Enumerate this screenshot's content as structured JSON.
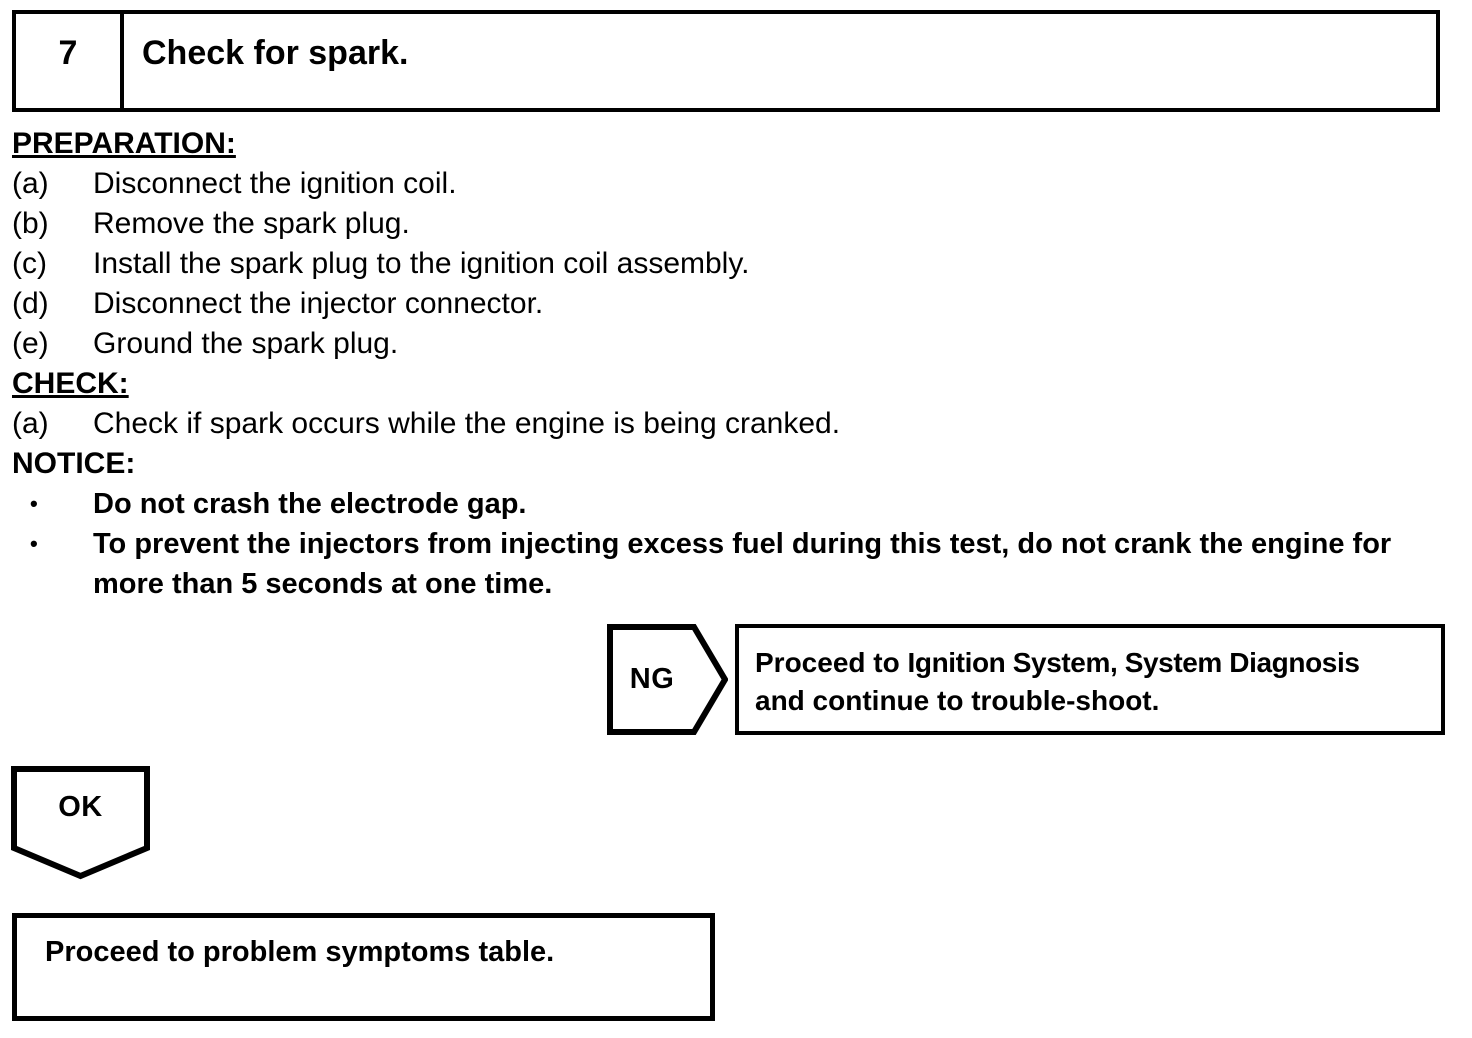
{
  "step": {
    "number": "7",
    "title": "Check for spark."
  },
  "preparation": {
    "heading": "PREPARATION:",
    "items": [
      {
        "marker": "(a)",
        "text": "Disconnect the ignition coil."
      },
      {
        "marker": "(b)",
        "text": "Remove the spark plug."
      },
      {
        "marker": "(c)",
        "text": "Install the spark plug to the ignition coil assembly."
      },
      {
        "marker": "(d)",
        "text": "Disconnect the injector connector."
      },
      {
        "marker": "(e)",
        "text": "Ground the spark plug."
      }
    ]
  },
  "check": {
    "heading": "CHECK:",
    "items": [
      {
        "marker": "(a)",
        "text": "Check if spark occurs while the engine is being cranked."
      }
    ]
  },
  "notice": {
    "heading": "NOTICE:",
    "bullet_glyph": "•",
    "items": [
      {
        "text": "Do not crash the electrode gap."
      },
      {
        "text": "To prevent the injectors from injecting excess fuel during this test, do not crank the engine for more than 5 seconds at one time."
      }
    ]
  },
  "flow": {
    "ng": {
      "label": "NG",
      "line1_prefix": "Proceed to ",
      "line1_reference": "Ignition System, System Diagnosis",
      "line2": "and continue to trouble-shoot."
    },
    "ok": {
      "label": "OK",
      "result": "Proceed to problem symptoms table."
    }
  },
  "colors": {
    "ink": "#000000",
    "paper": "#ffffff"
  }
}
